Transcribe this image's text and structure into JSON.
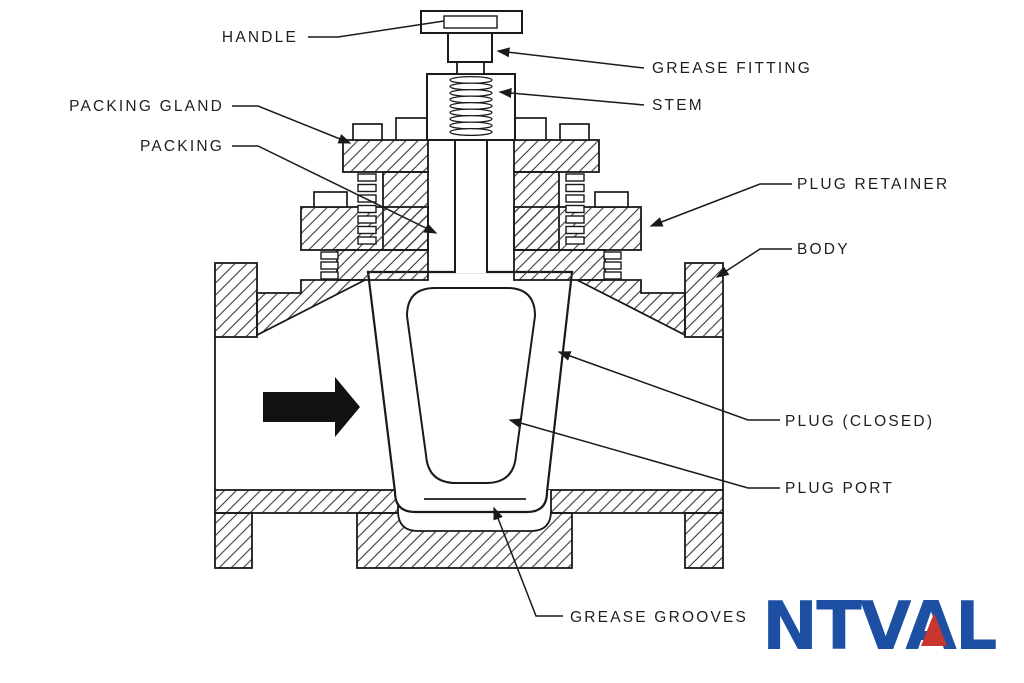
{
  "diagram": {
    "type": "plug-valve-cross-section",
    "flow_direction": "right",
    "labels": {
      "handle": "HANDLE",
      "grease_fitting": "GREASE FITTING",
      "stem": "STEM",
      "packing_gland": "PACKING GLAND",
      "packing": "PACKING",
      "plug_retainer": "PLUG RETAINER",
      "body": "BODY",
      "plug_closed": "PLUG (CLOSED)",
      "plug_port": "PLUG PORT",
      "grease_grooves": "GREASE GROOVES"
    },
    "logo": {
      "text": "NTVAL",
      "blue": "#1d4fa3",
      "red": "#c8362f"
    },
    "colors": {
      "line": "#1a1a1a",
      "background": "#ffffff"
    }
  }
}
